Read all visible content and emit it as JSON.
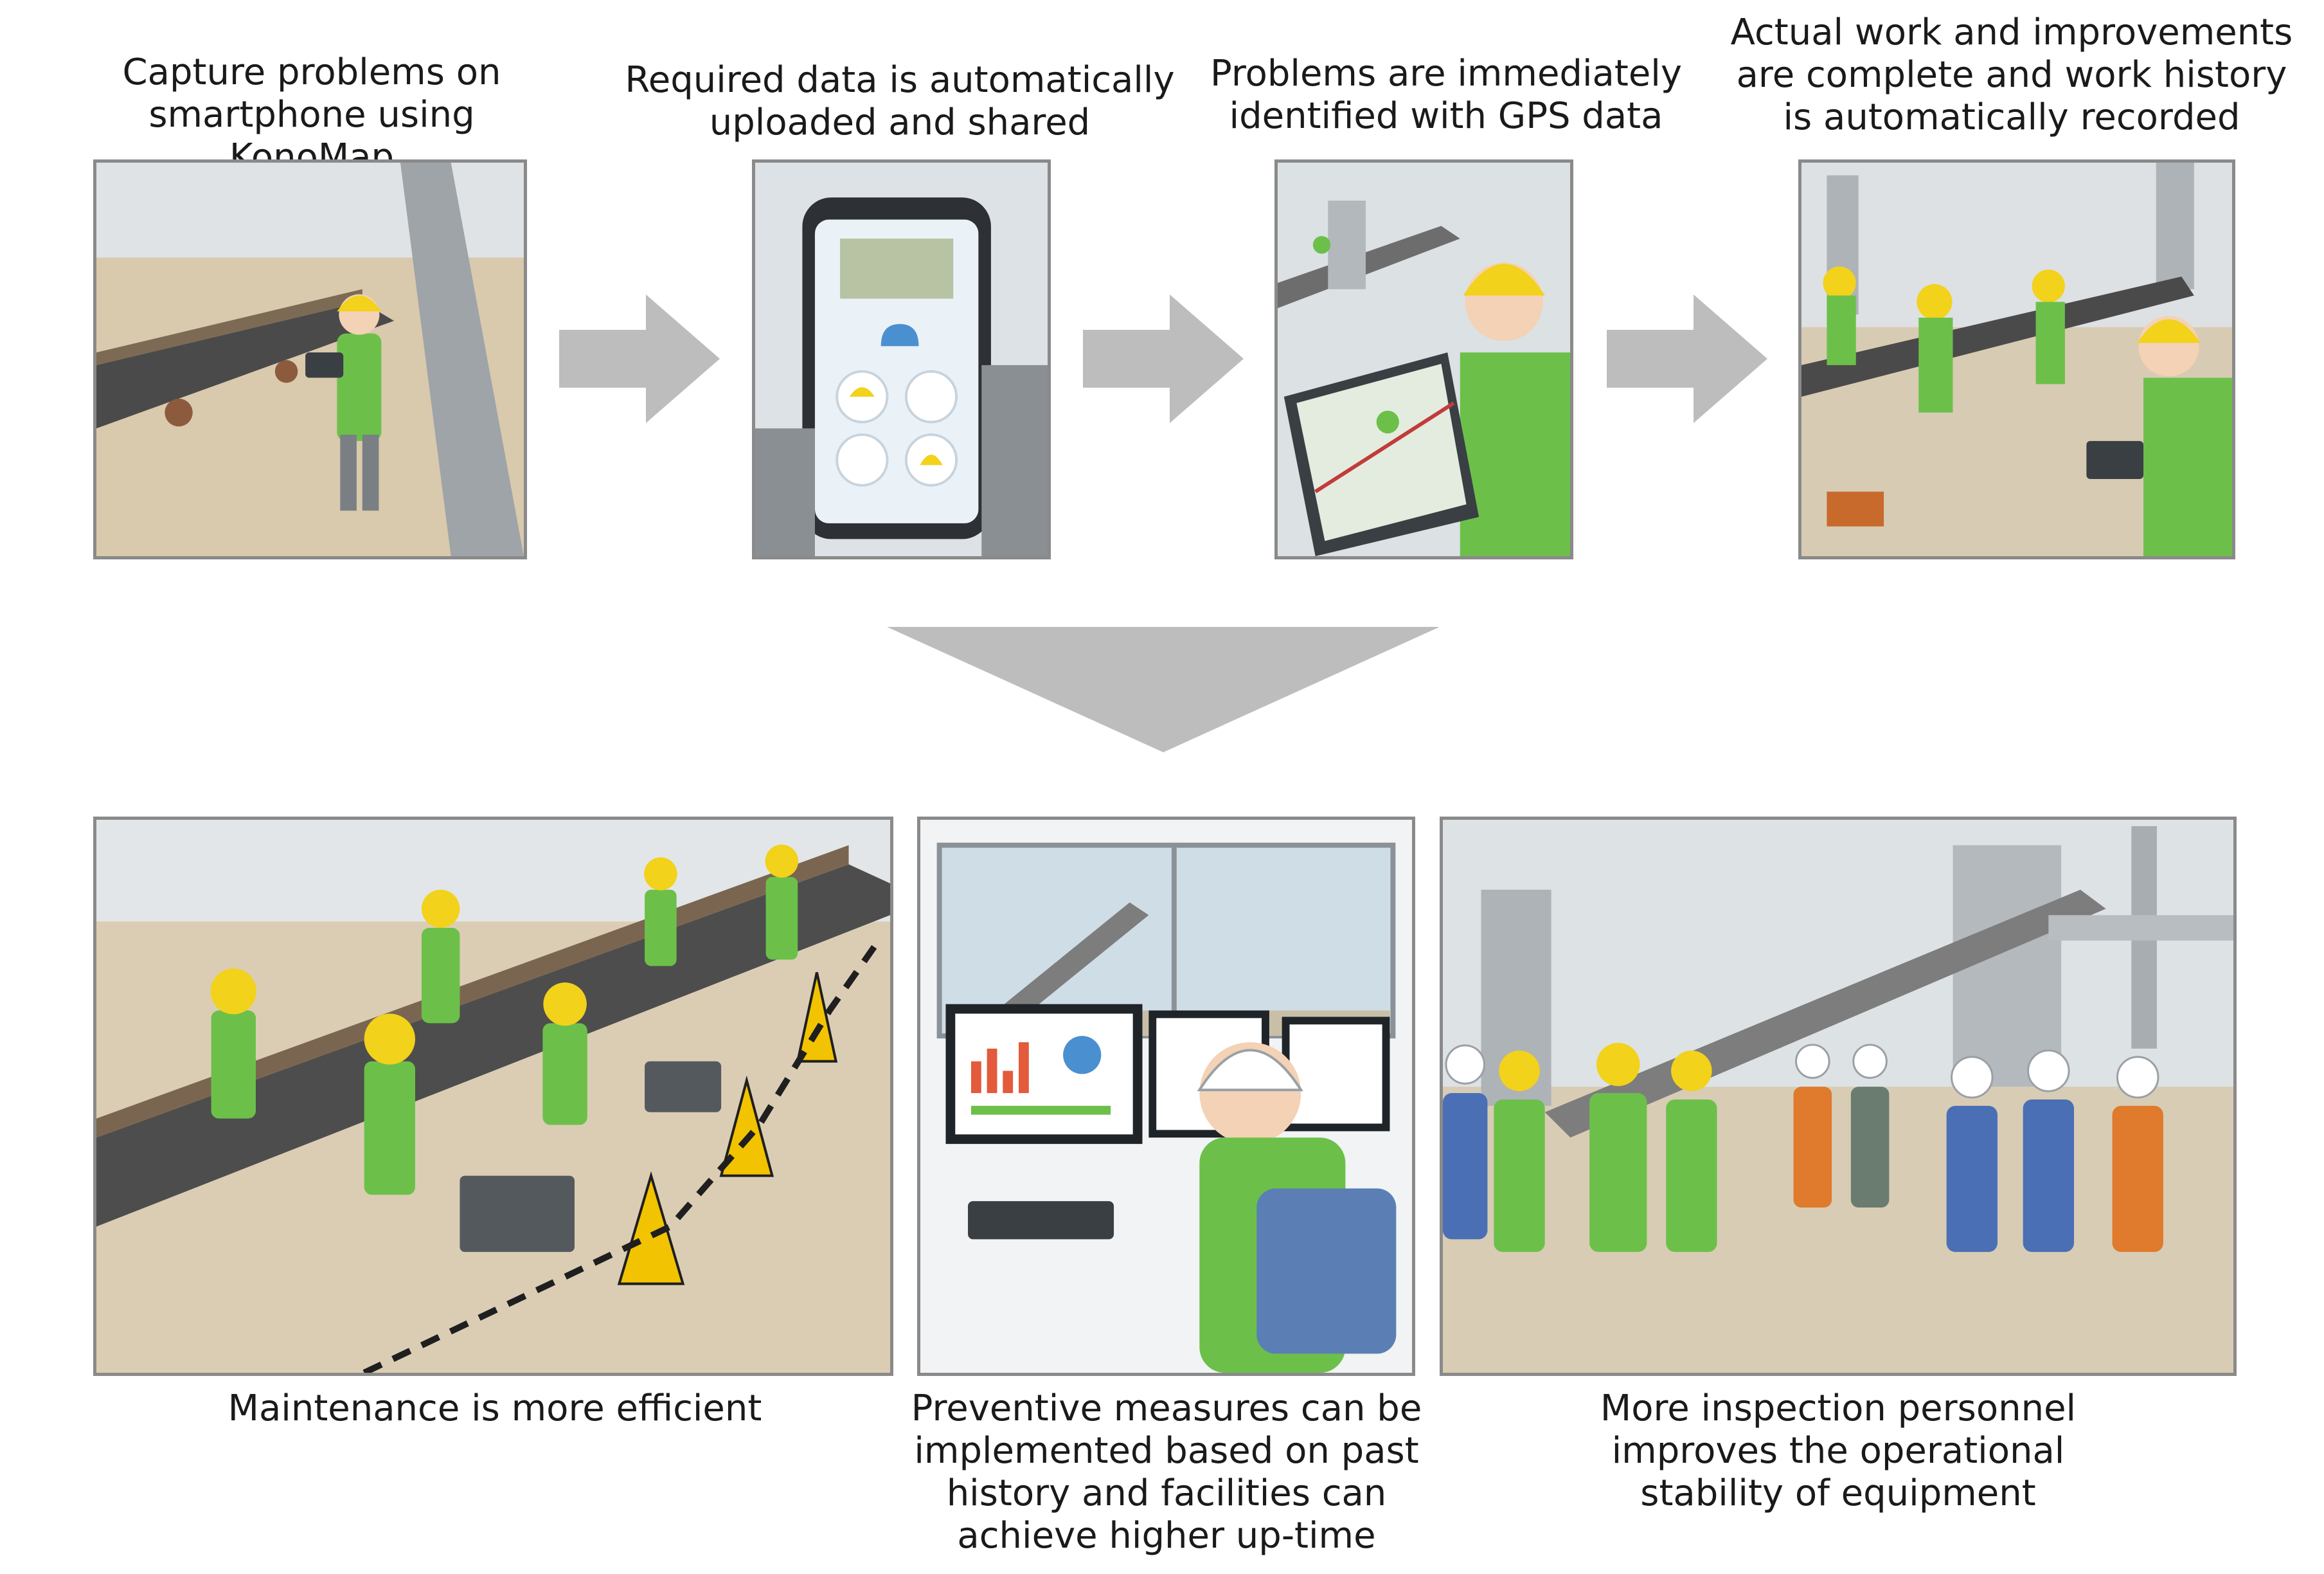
{
  "steps": [
    {
      "caption": "Capture problems on smartphone using KonoMap",
      "scene": "worker-photographing-conveyor"
    },
    {
      "caption": "Required data is automatically uploaded and shared",
      "scene": "smartphone-upload-app"
    },
    {
      "caption": "Problems are immediately identified with GPS data",
      "scene": "tablet-gps-map"
    },
    {
      "caption": "Actual work and improvements are complete and work history is automatically recorded",
      "scene": "workers-repairing-conveyor"
    }
  ],
  "outcomes": [
    {
      "caption": "Maintenance is more efficient",
      "scene": "maintenance-crew"
    },
    {
      "caption": "Preventive measures can be implemented based on past history and facilities can achieve higher up-time",
      "scene": "control-room-monitors"
    },
    {
      "caption": "More inspection personnel improves the operational stability of equipment",
      "scene": "inspection-team"
    }
  ],
  "colors": {
    "arrow": "#bdbdbd",
    "panel_border": "#8a8a8a",
    "safety_green": "#6cc04a",
    "helmet_yellow": "#f2d21b"
  }
}
